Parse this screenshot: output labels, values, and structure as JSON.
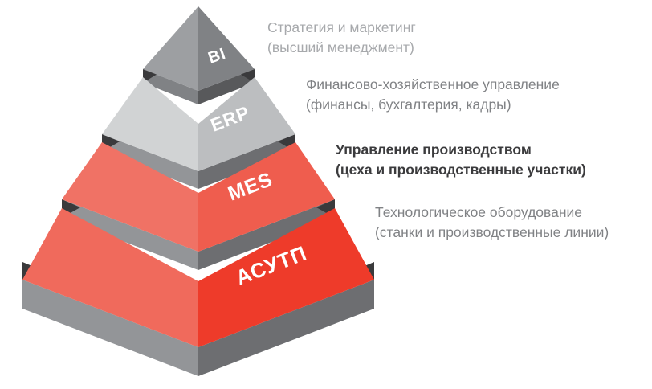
{
  "diagram": {
    "title": "Automation pyramid",
    "type": "layered-3d-pyramid",
    "tiers": [
      {
        "id": "bi",
        "tier_label": "BI",
        "level": 1,
        "colors": {
          "left_top": "#9d9fa2",
          "right_top": "#808285",
          "left_front": "#808285",
          "right_front": "#58595b"
        }
      },
      {
        "id": "erp",
        "tier_label": "ERP",
        "level": 2,
        "colors": {
          "left_top": "#d1d3d4",
          "right_top": "#bcbec0",
          "left_front": "#939598",
          "right_front": "#6d6e71"
        }
      },
      {
        "id": "mes",
        "tier_label": "MES",
        "level": 3,
        "colors": {
          "left_top": "#f07265",
          "right_top": "#ef5d4e",
          "left_front": "#939598",
          "right_front": "#6d6e71"
        }
      },
      {
        "id": "asutp",
        "tier_label": "АСУТП",
        "level": 4,
        "colors": {
          "left_top": "#f06a5c",
          "right_top": "#ee3b2a",
          "left_front": "#939598",
          "right_front": "#6d6e71"
        }
      }
    ],
    "annotations": [
      {
        "id": "bi-note",
        "for_tier": "BI",
        "line1": "Стратегия и маркетинг",
        "line2": "(высший менеджмент)",
        "color": "#a7a9ac",
        "emphasis": "normal"
      },
      {
        "id": "erp-note",
        "for_tier": "ERP",
        "line1": "Финансово-хозяйственное управление",
        "line2": "(финансы, бухгалтерия, кадры)",
        "color": "#808285",
        "emphasis": "normal"
      },
      {
        "id": "mes-note",
        "for_tier": "MES",
        "line1": "Управление производством",
        "line2": "(цеха и производственные участки)",
        "color": "#3b3b3d",
        "emphasis": "bold"
      },
      {
        "id": "asutp-note",
        "for_tier": "АСУТП",
        "line1": "Технологическое оборудование",
        "line2": "(станки и производственные линии)",
        "color": "#808285",
        "emphasis": "normal"
      }
    ]
  }
}
